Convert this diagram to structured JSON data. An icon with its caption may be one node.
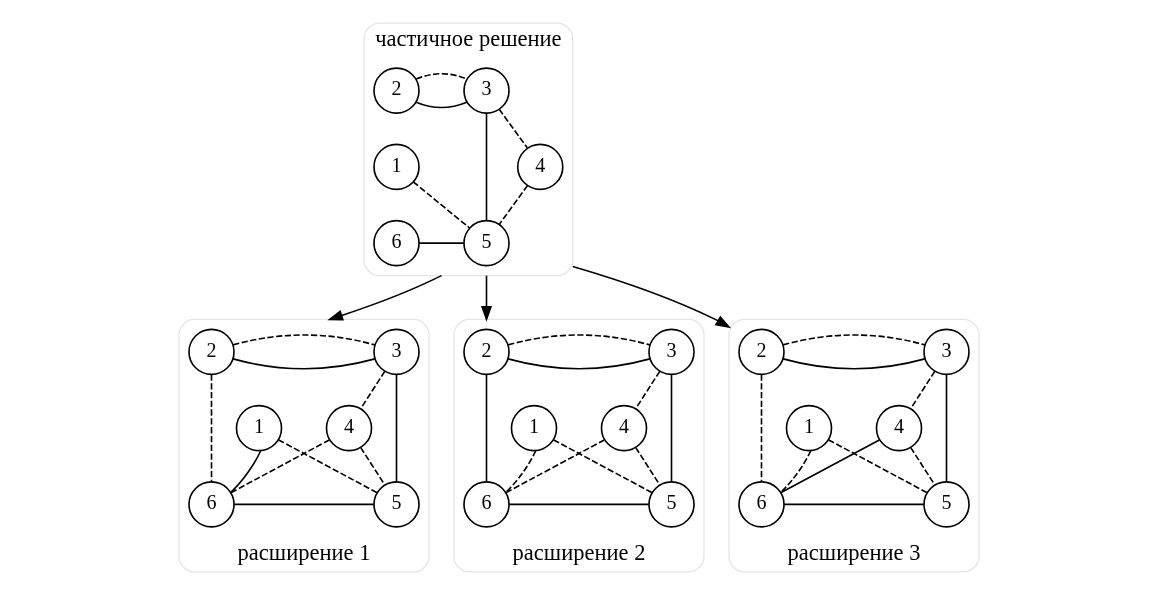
{
  "diagram": {
    "nodes": [
      {
        "text": [
          "частичное решение"
        ]
      },
      {
        "text": [
          "2"
        ],
        "in": 0
      },
      {
        "text": [
          "3"
        ],
        "in": 0
      },
      {
        "text": [
          "1"
        ],
        "in": 0
      },
      {
        "text": [
          "4"
        ],
        "in": 0
      },
      {
        "text": [
          "6"
        ],
        "in": 0
      },
      {
        "text": [
          "5"
        ],
        "in": 0
      },
      {
        "text": [
          "расширение 1"
        ]
      },
      {
        "text": [
          "2"
        ],
        "in": 7
      },
      {
        "text": [
          "3"
        ],
        "in": 7
      },
      {
        "text": [
          "1"
        ],
        "in": 7
      },
      {
        "text": [
          "4"
        ],
        "in": 7
      },
      {
        "text": [
          "6"
        ],
        "in": 7
      },
      {
        "text": [
          "5"
        ],
        "in": 7
      },
      {
        "text": [
          "расширение 2"
        ]
      },
      {
        "text": [
          "2"
        ],
        "in": 14
      },
      {
        "text": [
          "3"
        ],
        "in": 14
      },
      {
        "text": [
          "1"
        ],
        "in": 14
      },
      {
        "text": [
          "4"
        ],
        "in": 14
      },
      {
        "text": [
          "6"
        ],
        "in": 14
      },
      {
        "text": [
          "5"
        ],
        "in": 14
      },
      {
        "text": [
          "расширение 3"
        ]
      },
      {
        "text": [
          "2"
        ],
        "in": 21
      },
      {
        "text": [
          "3"
        ],
        "in": 21
      },
      {
        "text": [
          "1"
        ],
        "in": 21
      },
      {
        "text": [
          "4"
        ],
        "in": 21
      },
      {
        "text": [
          "6"
        ],
        "in": 21
      },
      {
        "text": [
          "5"
        ],
        "in": 21
      }
    ],
    "edges": [
      {
        "from": 1,
        "to": 2,
        "arrow": "none"
      },
      {
        "from": 1,
        "to": 2,
        "arrow": "none",
        "style": "dashed"
      },
      {
        "from": 2,
        "to": 6,
        "arrow": "none"
      },
      {
        "from": 2,
        "to": 4,
        "arrow": "none",
        "style": "dashed"
      },
      {
        "from": 3,
        "to": 6,
        "arrow": "none",
        "style": "dashed"
      },
      {
        "from": 4,
        "to": 6,
        "arrow": "none",
        "style": "dashed"
      },
      {
        "from": 5,
        "to": 6,
        "arrow": "none"
      },
      {
        "from": 0,
        "to": 7,
        "arrow": "to"
      },
      {
        "from": 0,
        "to": 14,
        "arrow": "to"
      },
      {
        "from": 0,
        "to": 21,
        "arrow": "to"
      },
      {
        "from": 8,
        "to": 9,
        "arrow": "none"
      },
      {
        "from": 8,
        "to": 9,
        "arrow": "none",
        "style": "dashed"
      },
      {
        "from": 8,
        "to": 12,
        "arrow": "none",
        "style": "dashed"
      },
      {
        "from": 9,
        "to": 13,
        "arrow": "none"
      },
      {
        "from": 9,
        "to": 11,
        "arrow": "none",
        "style": "dashed"
      },
      {
        "from": 10,
        "to": 13,
        "arrow": "none",
        "style": "dashed"
      },
      {
        "from": 10,
        "to": 12,
        "arrow": "none"
      },
      {
        "from": 11,
        "to": 12,
        "arrow": "none",
        "style": "dashed"
      },
      {
        "from": 11,
        "to": 13,
        "arrow": "none",
        "style": "dashed"
      },
      {
        "from": 12,
        "to": 13,
        "arrow": "none"
      },
      {
        "from": 15,
        "to": 16,
        "arrow": "none"
      },
      {
        "from": 15,
        "to": 16,
        "arrow": "none",
        "style": "dashed"
      },
      {
        "from": 15,
        "to": 19,
        "arrow": "none"
      },
      {
        "from": 16,
        "to": 20,
        "arrow": "none"
      },
      {
        "from": 16,
        "to": 18,
        "arrow": "none",
        "style": "dashed"
      },
      {
        "from": 17,
        "to": 20,
        "arrow": "none",
        "style": "dashed"
      },
      {
        "from": 17,
        "to": 19,
        "arrow": "none",
        "style": "dashed"
      },
      {
        "from": 18,
        "to": 19,
        "arrow": "none",
        "style": "dashed"
      },
      {
        "from": 18,
        "to": 20,
        "arrow": "none",
        "style": "dashed"
      },
      {
        "from": 19,
        "to": 20,
        "arrow": "none"
      },
      {
        "from": 22,
        "to": 23,
        "arrow": "none"
      },
      {
        "from": 22,
        "to": 23,
        "arrow": "none",
        "style": "dashed"
      },
      {
        "from": 22,
        "to": 26,
        "arrow": "none",
        "style": "dashed"
      },
      {
        "from": 23,
        "to": 27,
        "arrow": "none"
      },
      {
        "from": 23,
        "to": 25,
        "arrow": "none",
        "style": "dashed"
      },
      {
        "from": 24,
        "to": 27,
        "arrow": "none",
        "style": "dashed"
      },
      {
        "from": 24,
        "to": 26,
        "arrow": "none",
        "style": "dashed"
      },
      {
        "from": 25,
        "to": 26,
        "arrow": "none"
      },
      {
        "from": 25,
        "to": 27,
        "arrow": "none",
        "style": "dashed"
      },
      {
        "from": 26,
        "to": 27,
        "arrow": "none"
      }
    ]
  }
}
